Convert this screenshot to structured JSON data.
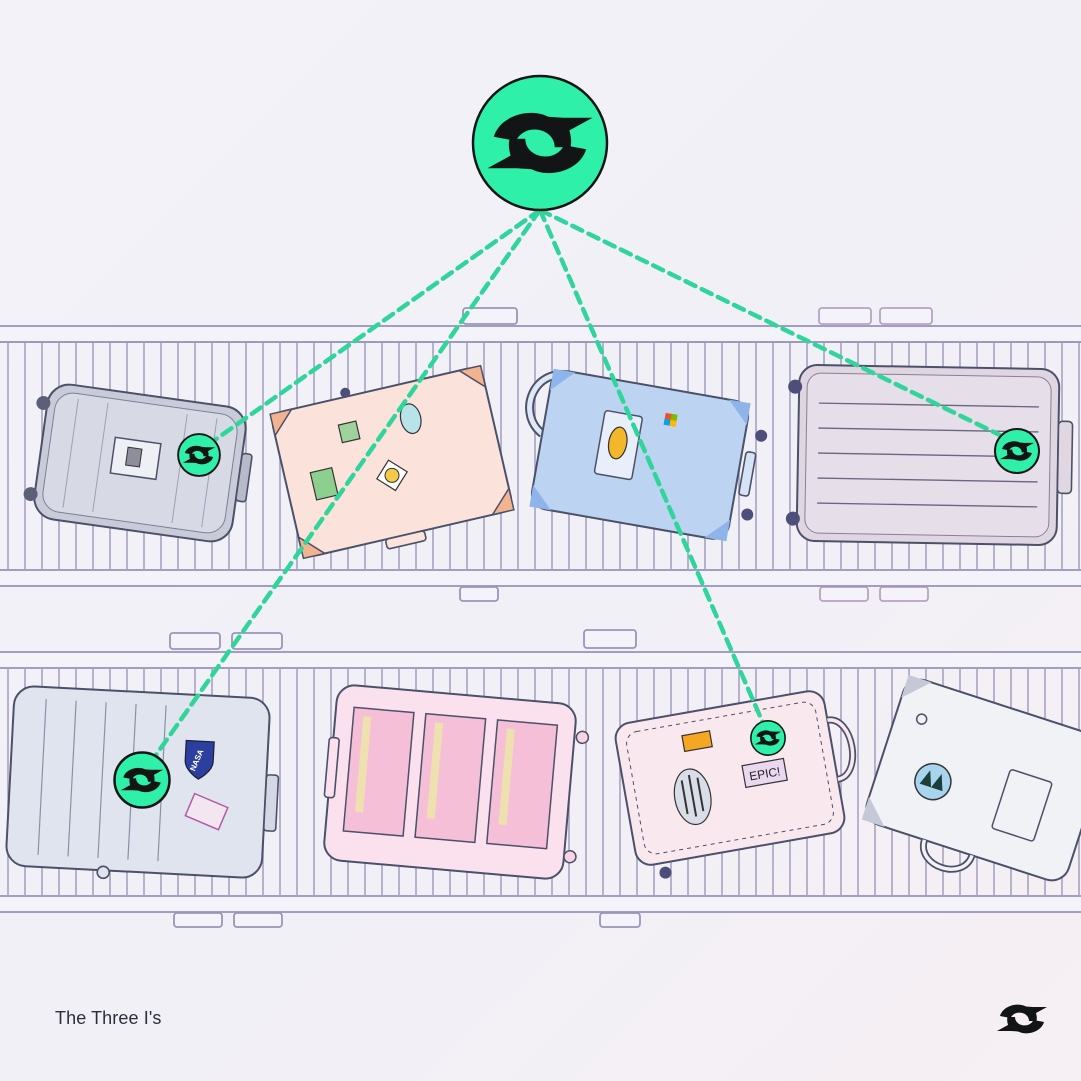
{
  "caption": "The Three I's",
  "colors": {
    "accent": "#2ff0a8",
    "accent_dark": "#131416",
    "belt_stroke": "#9a95ba",
    "connector": "#2fd59a"
  },
  "icons": {
    "hub": "sync-logo-icon",
    "badge": "sync-logo-icon",
    "corner": "sync-logo-icon"
  },
  "stickers": {
    "nasa": "NASA",
    "epic": "EPIC!"
  },
  "conveyors": [
    "top-belt",
    "bottom-belt"
  ],
  "suitcases": [
    {
      "name": "gray-suitcase",
      "tagged": true
    },
    {
      "name": "peach-suitcase",
      "tagged": false
    },
    {
      "name": "blue-suitcase",
      "tagged": false
    },
    {
      "name": "mauve-suitcase",
      "tagged": true
    },
    {
      "name": "silver-suitcase",
      "tagged": true
    },
    {
      "name": "pink-suitcase",
      "tagged": false
    },
    {
      "name": "light-pink-suitcase",
      "tagged": true
    },
    {
      "name": "white-suitcase",
      "tagged": false
    }
  ]
}
